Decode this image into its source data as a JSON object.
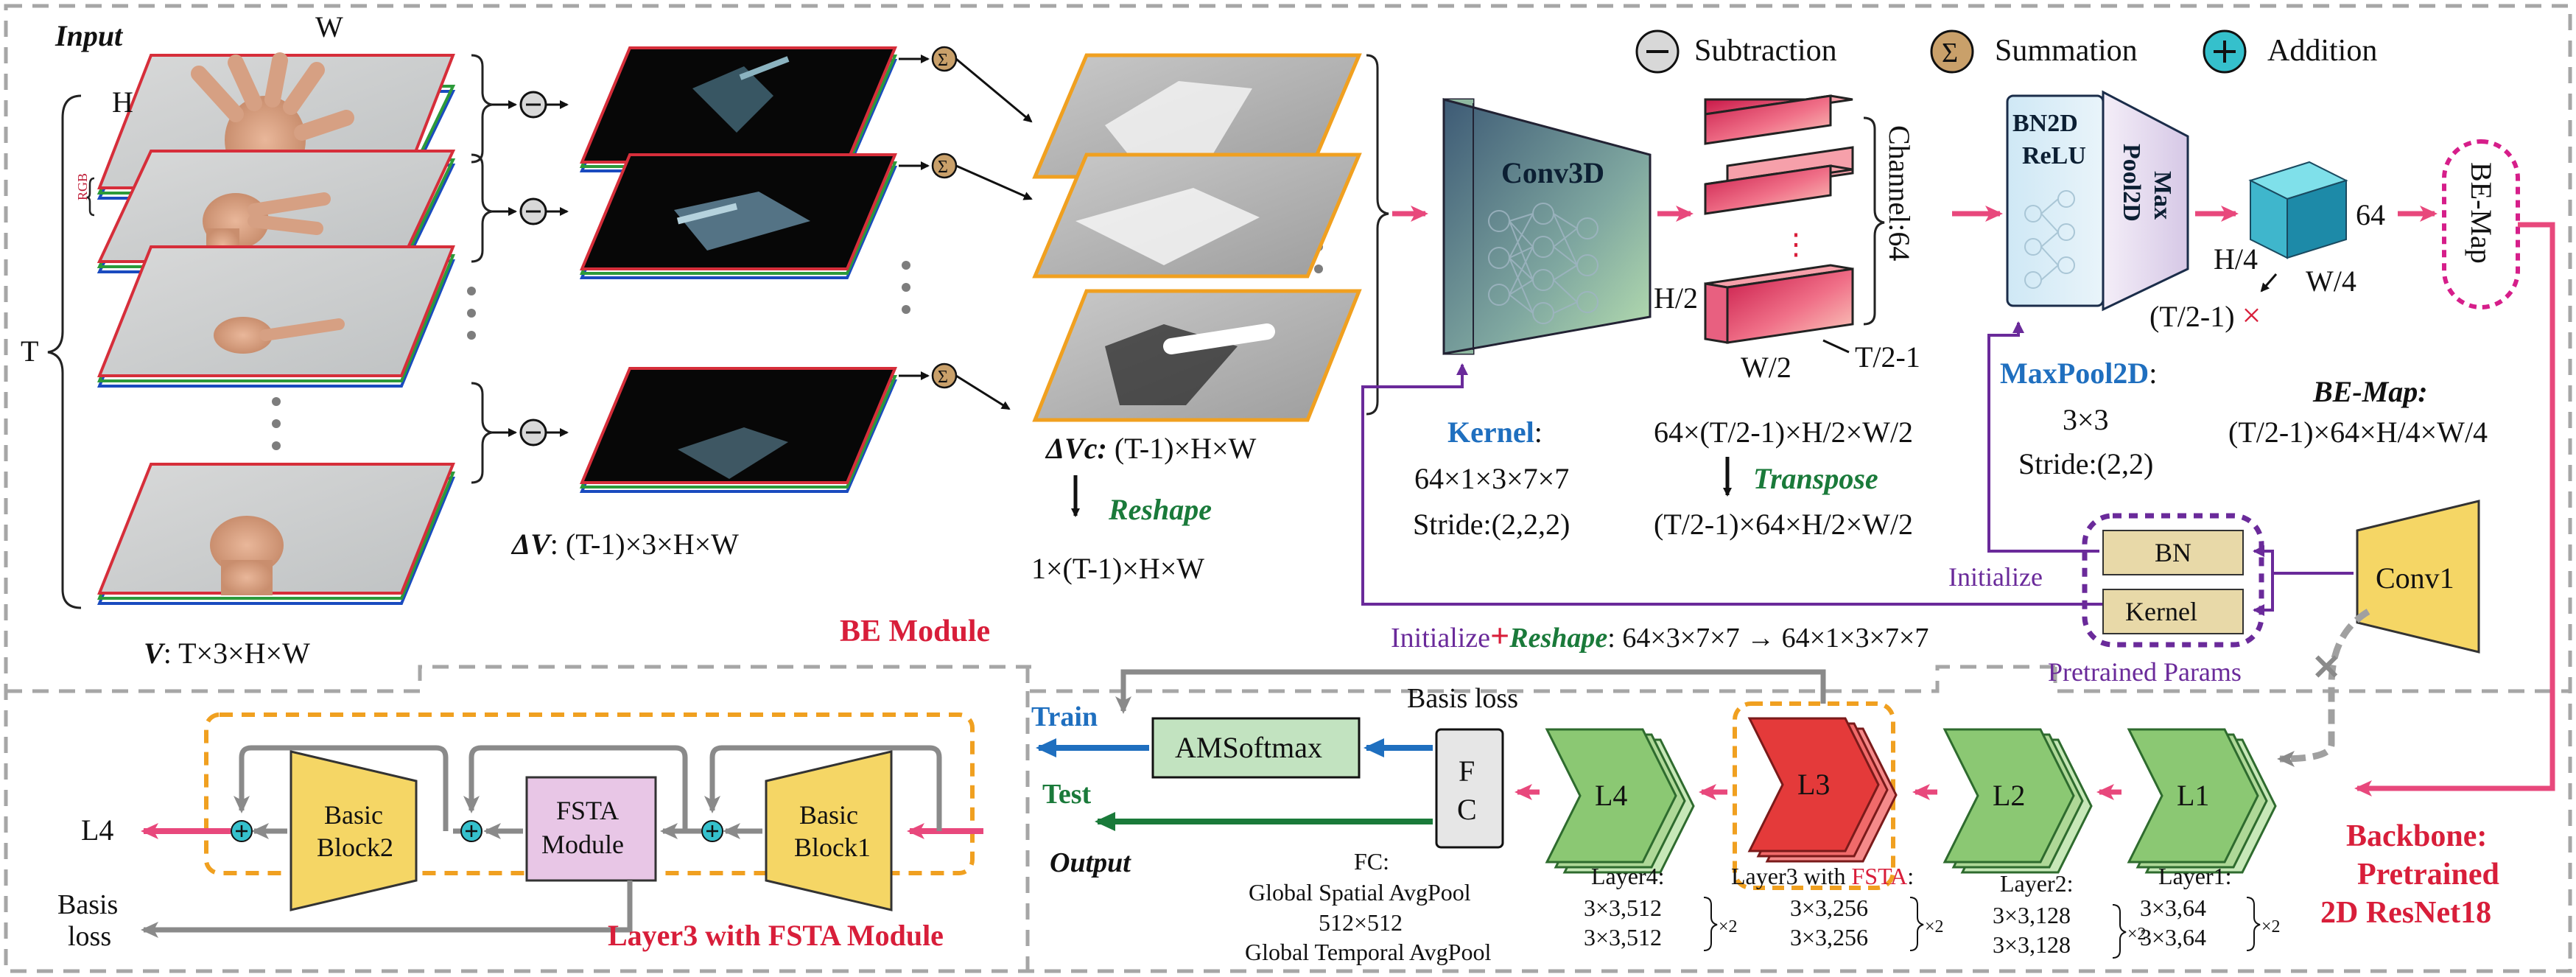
{
  "input": {
    "title": "Input",
    "dim_w": "W",
    "dim_h": "H",
    "dim_t": "T",
    "rgb": "RGB",
    "caption_prefix": "V",
    "caption_suffix": ": T×3×H×W"
  },
  "delta_v": {
    "prefix": "ΔV",
    "suffix": ": (T-1)×3×H×W"
  },
  "delta_vc": {
    "prefix": "ΔVc:",
    "suffix": " (T-1)×H×W",
    "reshape": "Reshape",
    "reshape_shape": "1×(T-1)×H×W"
  },
  "legend": {
    "subtraction": "Subtraction",
    "summation": "Summation",
    "addition": "Addition",
    "minus_glyph": "−",
    "sigma_glyph": "Σ",
    "plus_glyph": "+"
  },
  "conv3d": {
    "label": "Conv3D",
    "kernel_title": "Kernel",
    "kernel_colon": ":",
    "kernel_value": "64×1×3×7×7",
    "stride": "Stride:(2,2,2)"
  },
  "feature": {
    "channel": "Channel:64",
    "h2": "H/2",
    "w2": "W/2",
    "t2": "T/2-1",
    "shape_before": "64×(T/2-1)×H/2×W/2",
    "transpose": "Transpose",
    "shape_after": "(T/2-1)×64×H/2×W/2",
    "dots": "⋮"
  },
  "bn_block": {
    "bn": "BN2D",
    "relu": "ReLU",
    "maxpool_1": "Max",
    "maxpool_2": "Pool2D",
    "maxpool_title": "MaxPool2D",
    "maxpool_colon": ":",
    "maxpool_size": "3×3",
    "maxpool_stride": "Stride:(2,2)"
  },
  "cube": {
    "c": "64",
    "h": "H/4",
    "w": "W/4",
    "t": "(T/2-1)",
    "times": "×"
  },
  "be_map": {
    "label": "BE-Map",
    "title": "BE-Map:",
    "shape": "(T/2-1)×64×H/4×W/4"
  },
  "be_module": "BE Module",
  "init_line": {
    "initialize": "Initialize",
    "plus": "+",
    "reshape": "Reshape",
    "shape": ": 64×3×7×7  →  64×1×3×7×7"
  },
  "pretrained": {
    "initialize": "Initialize",
    "bn": "BN",
    "kernel": "Kernel",
    "params": "Pretrained Params",
    "conv1": "Conv1",
    "cross": "✕"
  },
  "backbone": {
    "line1": "Backbone:",
    "line2": "Pretrained",
    "line3": "2D ResNet18"
  },
  "layers": {
    "l1": "L1",
    "l2": "L2",
    "l3": "L3",
    "l4": "L4",
    "layer1_title": "Layer1:",
    "layer2_title": "Layer2:",
    "layer3_title": "Layer3 with ",
    "layer3_fsta": "FSTA",
    "layer3_colon": ":",
    "layer4_title": "Layer4:",
    "l1_rows": [
      "3×3,64",
      "3×3,64"
    ],
    "l2_rows": [
      "3×3,128",
      "3×3,128"
    ],
    "l3_rows": [
      "3×3,256",
      "3×3,256"
    ],
    "l4_rows": [
      "3×3,512",
      "3×3,512"
    ],
    "times2": "×2"
  },
  "head": {
    "fc_1": "F",
    "fc_2": "C",
    "basis_loss": "Basis loss",
    "amsoftmax": "AMSoftmax",
    "train": "Train",
    "test": "Test",
    "output": "Output",
    "fc_title": "FC:",
    "fc_line1": "Global Spatial AvgPool",
    "fc_line2": "512×512",
    "fc_line3": "Global Temporal AvgPool"
  },
  "fsta_detail": {
    "l4": "L4",
    "basic2_1": "Basic",
    "basic2_2": "Block2",
    "fsta_1": "FSTA",
    "fsta_2": "Module",
    "basic1_1": "Basic",
    "basic1_2": "Block1",
    "basis_1": "Basis",
    "basis_2": "loss",
    "title": "Layer3 with FSTA Module"
  },
  "colors": {
    "pink": "#e8487c",
    "red_title": "#d81e3a",
    "blue_title": "#1f6fbf",
    "green_title": "#1a7a3a",
    "purple": "#6a2a9a",
    "orange": "#f0a020",
    "yellow": "#f5d665",
    "gray_box": "#8a8a8a"
  }
}
